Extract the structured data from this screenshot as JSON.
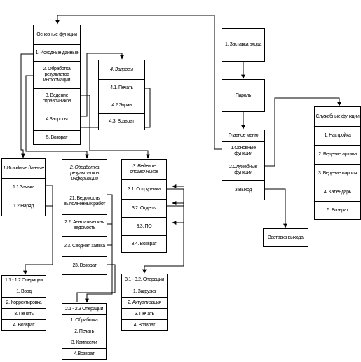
{
  "nodes": {
    "osnovnye": [
      "Основные функции",
      "1. Исходные данные",
      "2. Обработка результатов информации",
      "3. Ведение справочников",
      "4.Запросы",
      "5. Возврат"
    ],
    "zaprosy": [
      "4. Запросы",
      "4.1. Печать",
      "4.2 Экран",
      "4.3. Возврат"
    ],
    "zastavka_vhoda": "1. Заставка входа",
    "parol": "Пароль",
    "glavnoe": [
      "Главное меню",
      "1.Основные функции",
      "2.Служебные функции",
      "3.Выход"
    ],
    "sluzhebnye": [
      "Служебные функции",
      "1. Настройка",
      "2. Ведение архива",
      "3. Ведение пароля",
      "4. Календарь",
      "5. Возврат"
    ],
    "zastavka_vyhoda": "Заставка выхода",
    "ishodnye": [
      "1.Исходные данные",
      "1.1 Заявка",
      "1.2 Наряд"
    ],
    "obrabotka": [
      "2. Обработка результатов информации",
      "21. Ведомость выполненных работ",
      "2.2. Аналитическая ведомость",
      "2.3. Сводная заявка",
      "23. Возврат"
    ],
    "vedenie": [
      "3. Ведение справочников",
      "3.1. Сотрудники",
      "3.2. Отделы",
      "3.3. ПО",
      "3.4. Возврат"
    ],
    "op11": [
      "1.1 - 1.2 Операции",
      "1. Ввод",
      "2. Корректировка",
      "3. Печать",
      "4. Возврат"
    ],
    "op21": [
      "2.1 - 2.3 Операции",
      "1. Обработка",
      "2. Печать",
      "3. Кампсеми",
      "4.Возврат"
    ],
    "op31": [
      "3.1 - 3.2. Операции",
      "1. Загрузка",
      "2. Актуализация",
      "3. Печать",
      "4. Возврат"
    ]
  }
}
